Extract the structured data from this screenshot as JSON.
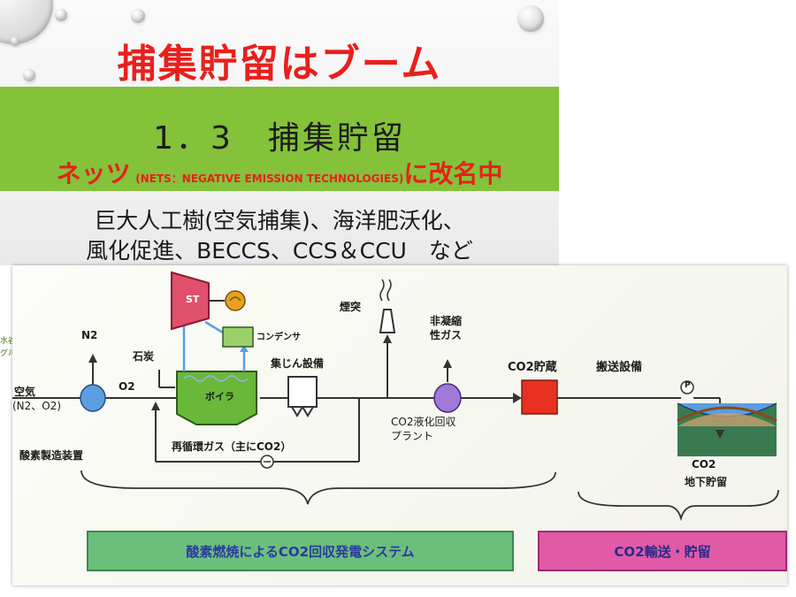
{
  "top_slide": {
    "title": "捕集貯留はブーム",
    "section": "1．3　捕集貯留",
    "nets_word": "ネッツ",
    "nets_abbr": "(NETS：NEGATIVE EMISSION TECHNOLOGIES)",
    "nets_suffix_ni": "に",
    "nets_suffix": "改名中",
    "line1": "巨大人工樹(空気捕集)、海洋肥沃化、",
    "line2": "風化促進、BECCS、CCS＆CCU　など",
    "stray_1": "水谷",
    "stray_2": "グル"
  },
  "diagram": {
    "st_label": "ST",
    "n2": "N2",
    "limestone": "石炭",
    "condenser": "コンデンサ",
    "chimney": "煙突",
    "dust": "集じん設備",
    "noncond_1": "非凝縮",
    "noncond_2": "性ガス",
    "storage_label": "CO2貯蔵",
    "transport": "搬送設備",
    "air_1": "空気",
    "air_2": "(N2、O2)",
    "o2": "O2",
    "boiler": "ボイラ",
    "liquefy_1": "CO2液化回収",
    "liquefy_2": "プラント",
    "recirc": "再循環ガス（主にCO2）",
    "oxygen_plant": "酸素製造装置",
    "underground_1": "CO2",
    "underground_2": "地下貯留",
    "pump": "P",
    "box_left": "酸素燃焼によるCO2回収発電システム",
    "box_right": "CO2輸送・貯留"
  }
}
